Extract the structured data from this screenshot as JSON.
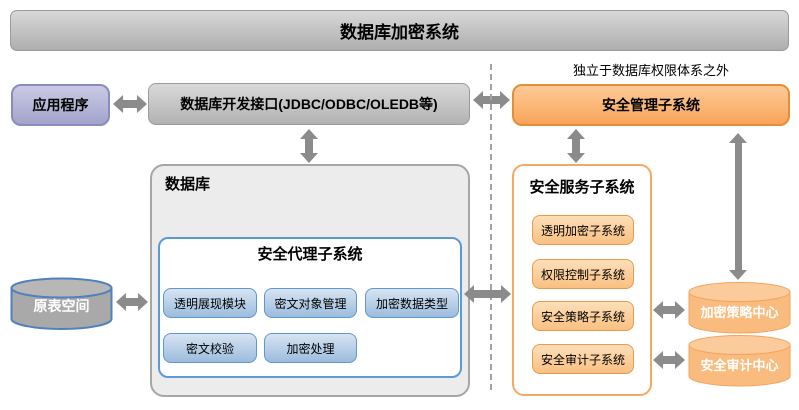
{
  "title": "数据库加密系统",
  "top_row": {
    "app_box": "应用程序",
    "interface_box": "数据库开发接口(JDBC/ODBC/OLEDB等)",
    "management_note": "独立于数据库权限体系之外",
    "management_box": "安全管理子系统"
  },
  "database": {
    "label": "数据库",
    "agent_title": "安全代理子系统",
    "modules": [
      "透明展现模块",
      "密文对象管理",
      "加密数据类型",
      "密文校验",
      "加密处理"
    ]
  },
  "storage": {
    "origin_tablespace": "原表空间"
  },
  "service": {
    "title": "安全服务子系统",
    "subsystems": [
      "透明加密子系统",
      "权限控制子系统",
      "安全策略子系统",
      "安全审计子系统"
    ]
  },
  "centers": {
    "policy_center": "加密策略中心",
    "audit_center": "安全审计中心"
  },
  "colors": {
    "accent_blue": "#5b9bd5",
    "accent_orange": "#eb9a4d",
    "accent_purple": "#8b8bbd",
    "box_gray": "#c5c5c5",
    "arrow_gray": "#8b8b8b",
    "cylinder_orange": "#fabc7e",
    "cylinder_gray": "#a9a9a9"
  }
}
